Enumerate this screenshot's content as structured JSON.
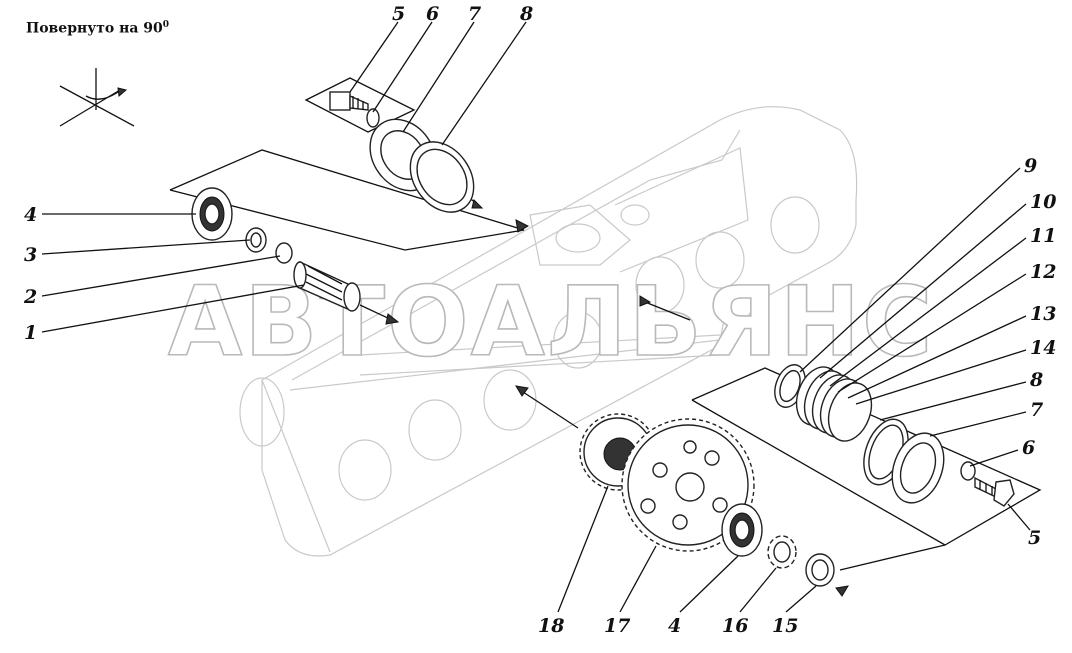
{
  "note": {
    "text": "Повернуто на 90",
    "degree_sign": "0"
  },
  "watermark": "АВТОАЛЬЯНС",
  "callouts": [
    {
      "id": "c5a",
      "label": "5"
    },
    {
      "id": "c6a",
      "label": "6"
    },
    {
      "id": "c7a",
      "label": "7"
    },
    {
      "id": "c8a",
      "label": "8"
    },
    {
      "id": "c4a",
      "label": "4"
    },
    {
      "id": "c3",
      "label": "3"
    },
    {
      "id": "c2",
      "label": "2"
    },
    {
      "id": "c1",
      "label": "1"
    },
    {
      "id": "c9",
      "label": "9"
    },
    {
      "id": "c10",
      "label": "10"
    },
    {
      "id": "c11",
      "label": "11"
    },
    {
      "id": "c12",
      "label": "12"
    },
    {
      "id": "c13",
      "label": "13"
    },
    {
      "id": "c14",
      "label": "14"
    },
    {
      "id": "c8b",
      "label": "8"
    },
    {
      "id": "c7b",
      "label": "7"
    },
    {
      "id": "c6b",
      "label": "6"
    },
    {
      "id": "c5b",
      "label": "5"
    },
    {
      "id": "c18",
      "label": "18"
    },
    {
      "id": "c17",
      "label": "17"
    },
    {
      "id": "c4b",
      "label": "4"
    },
    {
      "id": "c16",
      "label": "16"
    },
    {
      "id": "c15",
      "label": "15"
    }
  ],
  "colors": {
    "ink": "#111111",
    "watermark_stroke": "#b9b9b9",
    "housing": "#c9c9c9"
  }
}
